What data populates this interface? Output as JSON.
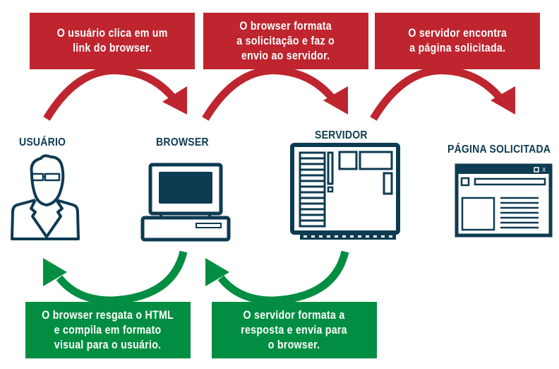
{
  "colors": {
    "request": "#be252e",
    "response": "#028e42",
    "icon": "#0d3b52"
  },
  "steps_request": [
    {
      "text": "O usuário clica em um\nlink do browser."
    },
    {
      "text": "O browser formata\na solicitação e faz o\nenvio ao servidor."
    },
    {
      "text": "O servidor encontra\na página solicitada."
    }
  ],
  "steps_response": [
    {
      "text": "O browser resgata o HTML\ne compila em formato\nvisual para o usuário."
    },
    {
      "text": "O servidor formata a\nresposta e envia para\no browser."
    }
  ],
  "nodes": {
    "user": {
      "label": "USUÁRIO",
      "icon": "user-icon"
    },
    "browser": {
      "label": "BROWSER",
      "icon": "computer-icon"
    },
    "server": {
      "label": "SERVIDOR",
      "icon": "server-icon"
    },
    "page": {
      "label": "PÁGINA SOLICITADA",
      "icon": "webpage-window-icon",
      "window_close": "X"
    }
  }
}
